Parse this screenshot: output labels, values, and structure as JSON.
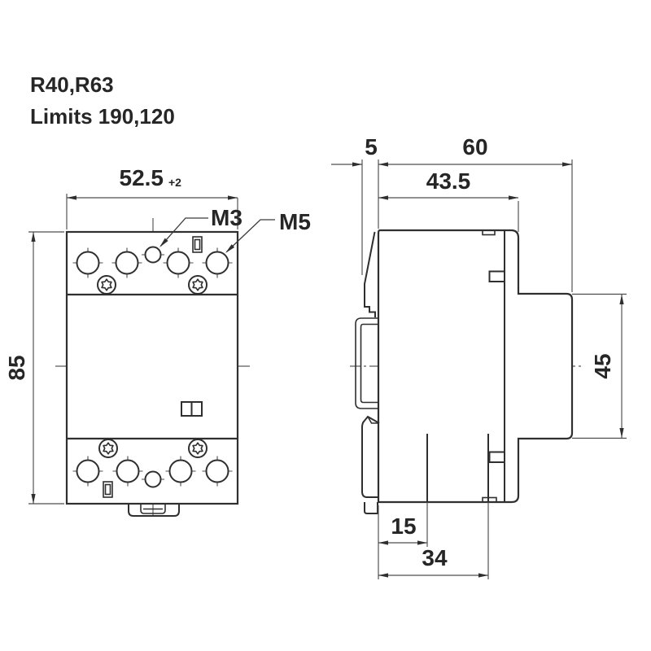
{
  "drawing": {
    "product_models": "R40,R63",
    "limits_note": "Limits 190,120"
  },
  "front_view": {
    "width": "52.5",
    "width_tolerance": "+2",
    "height": "85",
    "center_screw_thread": "M3",
    "terminal_screw_thread": "M5"
  },
  "side_view": {
    "clip_depth": "5",
    "total_depth": "60",
    "upper_depth": "43.5",
    "flange_height": "45",
    "bottom_inset": "15",
    "bottom_depth": "34"
  },
  "colors": {
    "outline": "#2f2f2f",
    "thin_line": "#4d4d4d",
    "text": "#262626",
    "background": "#ffffff"
  }
}
